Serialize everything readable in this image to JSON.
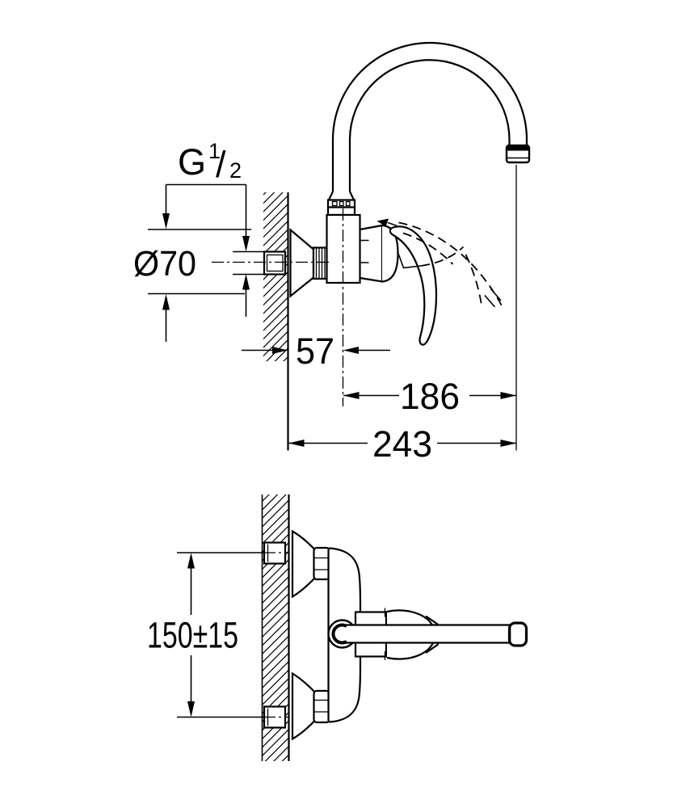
{
  "colors": {
    "background": "#ffffff",
    "line": "#000000"
  },
  "drawing": {
    "kind": "technical-dimension-drawing",
    "views": {
      "side": "side elevation",
      "plan": "plan view"
    }
  },
  "dims": {
    "thread_label": "G 1/2",
    "thread_g": "G",
    "thread_num": "1",
    "thread_slash": "/",
    "thread_den": "2",
    "escutcheon_dia": "Ø70",
    "wall_to_center": "57",
    "center_to_outlet": "186",
    "wall_to_outlet": "243",
    "inlet_spacing": "150±15"
  }
}
